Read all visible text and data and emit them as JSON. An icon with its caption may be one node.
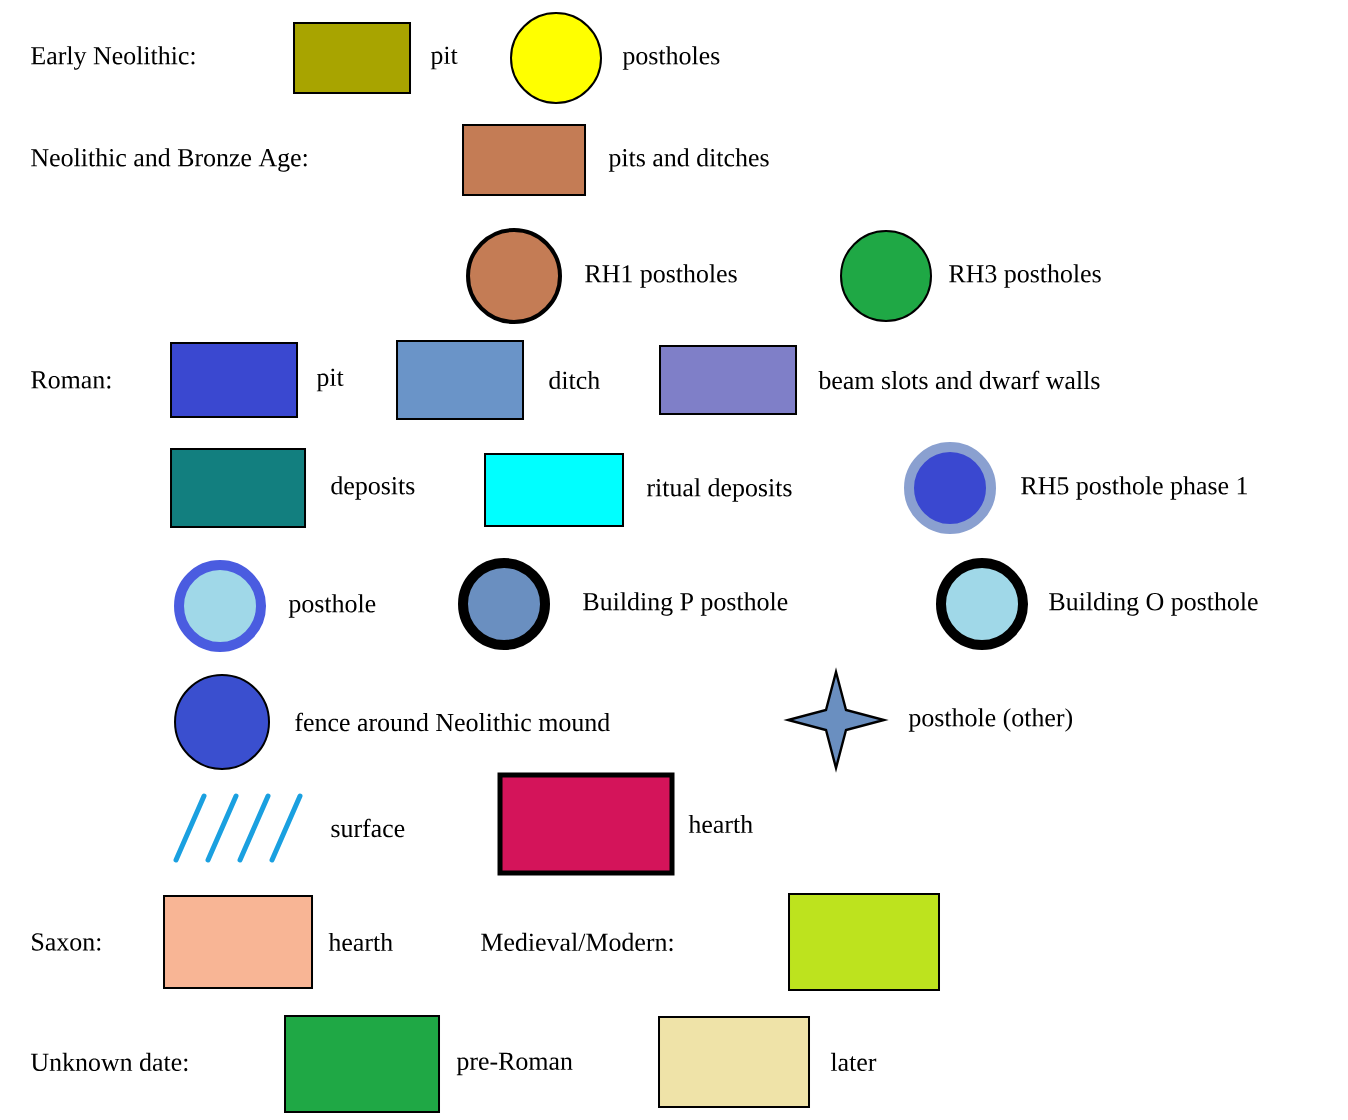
{
  "diagram": {
    "labels": [
      "Early Neolithic:",
      "Neolithic and Bronze Age:",
      "Roman:",
      "Saxon:",
      "Unknown date:"
    ],
    "legend": [
      {
        "text": "pit",
        "color": "#a8a400"
      },
      {
        "text": "postholes",
        "color": "#ffff00"
      },
      {
        "text": "pits and ditches",
        "color": "#c47c55"
      },
      {
        "text": "RH1 postholes",
        "color": "#c47c55"
      },
      {
        "text": "RH3 postholes",
        "color": "#1fa845"
      },
      {
        "text": "pit",
        "color": "#3a48d0"
      },
      {
        "text": "ditch",
        "color": "#6a94c8"
      },
      {
        "text": "beam slots and dwarf walls",
        "color": "#7f7fc8"
      },
      {
        "text": "deposits",
        "color": "#127f7f"
      },
      {
        "text": "ritual deposits",
        "color": "#00ffff"
      },
      {
        "text": "RH5 posthole phase 1"
      },
      {
        "text": "posthole"
      },
      {
        "text": "Building P posthole"
      },
      {
        "text": "Building O posthole"
      },
      {
        "text": "fence around Neolithic mound",
        "color": "#3a4fcf"
      },
      {
        "text": "posthole (other)"
      },
      {
        "text": "surface"
      },
      {
        "text": "hearth",
        "color": "#d4145a"
      },
      {
        "text": "hearth",
        "color": "#f8b595"
      },
      {
        "text": "Medieval/Modern:",
        "color": "#bde31e"
      },
      {
        "text": "pre-Roman",
        "color": "#1fa845"
      },
      {
        "text": "later",
        "color": "#efe3a8"
      }
    ]
  }
}
